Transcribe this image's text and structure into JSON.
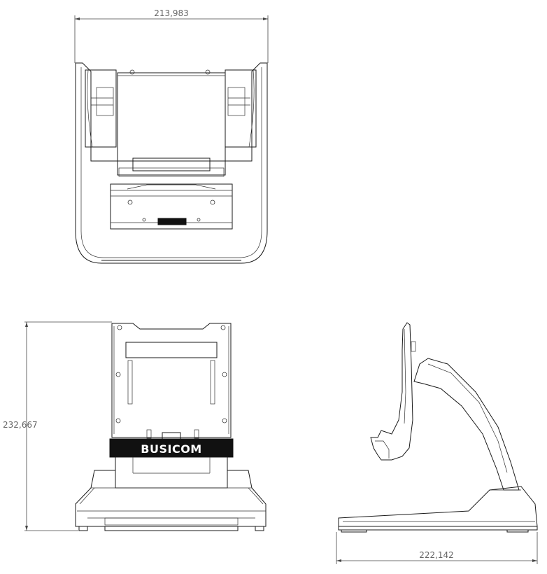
{
  "dimensions": {
    "top_view_width": "213,983",
    "front_view_height": "232,667",
    "side_view_depth": "222,142"
  },
  "brand": {
    "logo_text": "BUSICOM"
  }
}
